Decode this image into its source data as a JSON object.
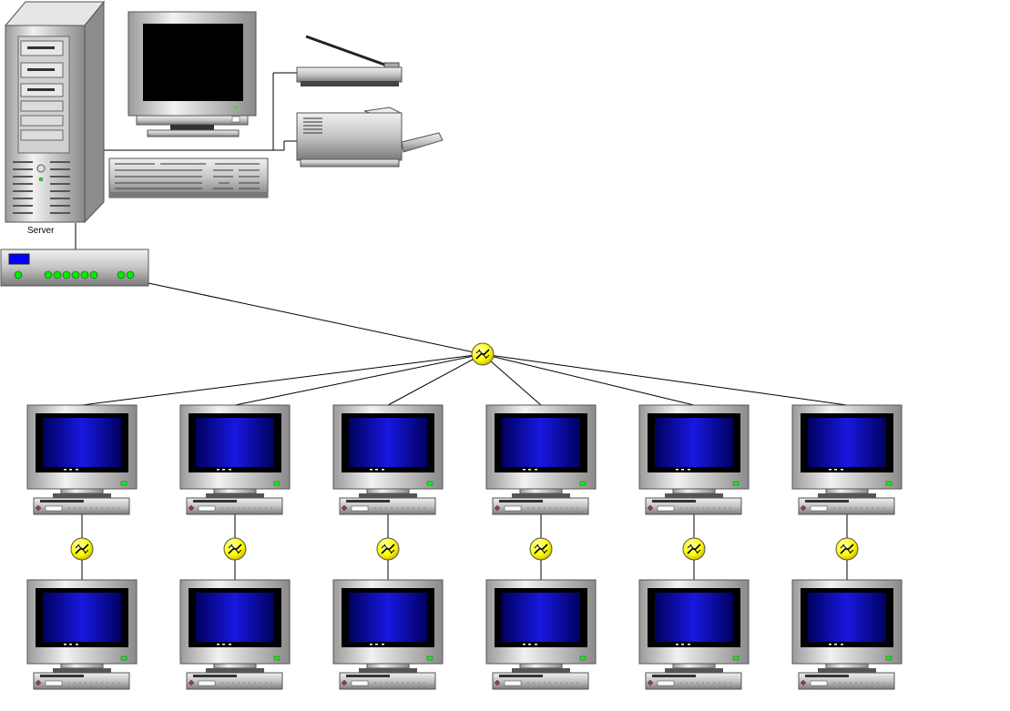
{
  "server": {
    "label": "Server"
  },
  "colors": {
    "background": "#ffffff",
    "screen_blue": "#1010c8",
    "monitor_gray": "#c8c8c8",
    "connector_yellow": "#ffff00",
    "led_green": "#00ff00",
    "hub_display_blue": "#0000ff",
    "line": "#000000"
  },
  "icons": {
    "server": "server-tower-icon",
    "admin_monitor": "crt-monitor-icon",
    "keyboard": "keyboard-icon",
    "scanner": "flatbed-scanner-icon",
    "printer": "laser-printer-icon",
    "hub": "network-hub-icon",
    "connector": "network-connector-icon",
    "workstation": "workstation-icon"
  },
  "workstations": {
    "columns": 6,
    "rows": 2
  }
}
